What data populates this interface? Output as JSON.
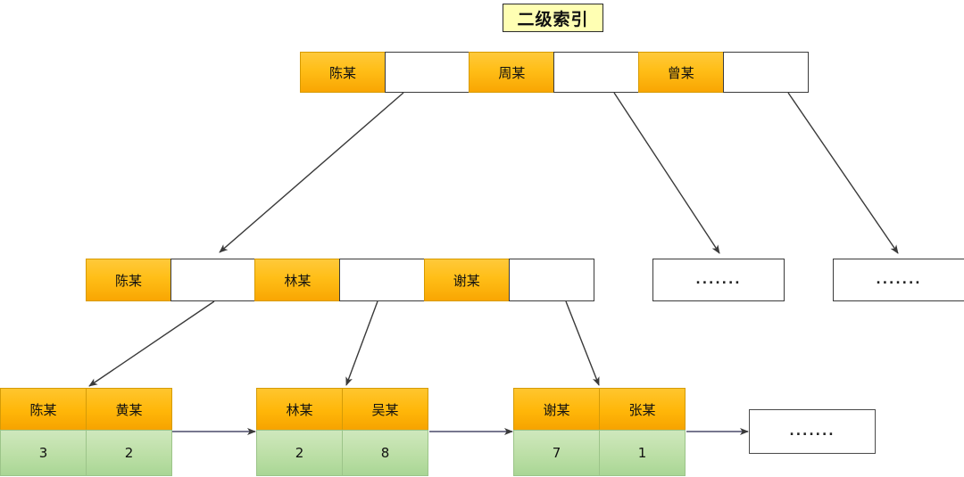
{
  "title": {
    "text": "二级索引"
  },
  "root": {
    "cells": [
      {
        "type": "key",
        "label": "陈某"
      },
      {
        "type": "ptr",
        "label": ""
      },
      {
        "type": "key",
        "label": "周某"
      },
      {
        "type": "ptr",
        "label": ""
      },
      {
        "type": "key",
        "label": "曾某"
      },
      {
        "type": "ptr",
        "label": ""
      }
    ]
  },
  "level2": {
    "node1": {
      "cells": [
        {
          "type": "key",
          "label": "陈某"
        },
        {
          "type": "ptr",
          "label": ""
        },
        {
          "type": "key",
          "label": "林某"
        },
        {
          "type": "ptr",
          "label": ""
        },
        {
          "type": "key",
          "label": "谢某"
        },
        {
          "type": "ptr",
          "label": ""
        }
      ]
    },
    "node2": {
      "label": "......."
    },
    "node3": {
      "label": "......."
    }
  },
  "leaves": [
    {
      "keys": [
        "陈某",
        "黄某"
      ],
      "values": [
        "3",
        "2"
      ]
    },
    {
      "keys": [
        "林某",
        "吴某"
      ],
      "values": [
        "2",
        "8"
      ]
    },
    {
      "keys": [
        "谢某",
        "张某"
      ],
      "values": [
        "7",
        "1"
      ]
    }
  ],
  "leaf_tail": {
    "label": "......."
  },
  "colors": {
    "title_bg": "#FFFFB3",
    "key_orange": "#FFBE17",
    "value_green": "#BCDFA6",
    "box_border": "#3B3B3B",
    "arrow": "#3A3A3A"
  }
}
